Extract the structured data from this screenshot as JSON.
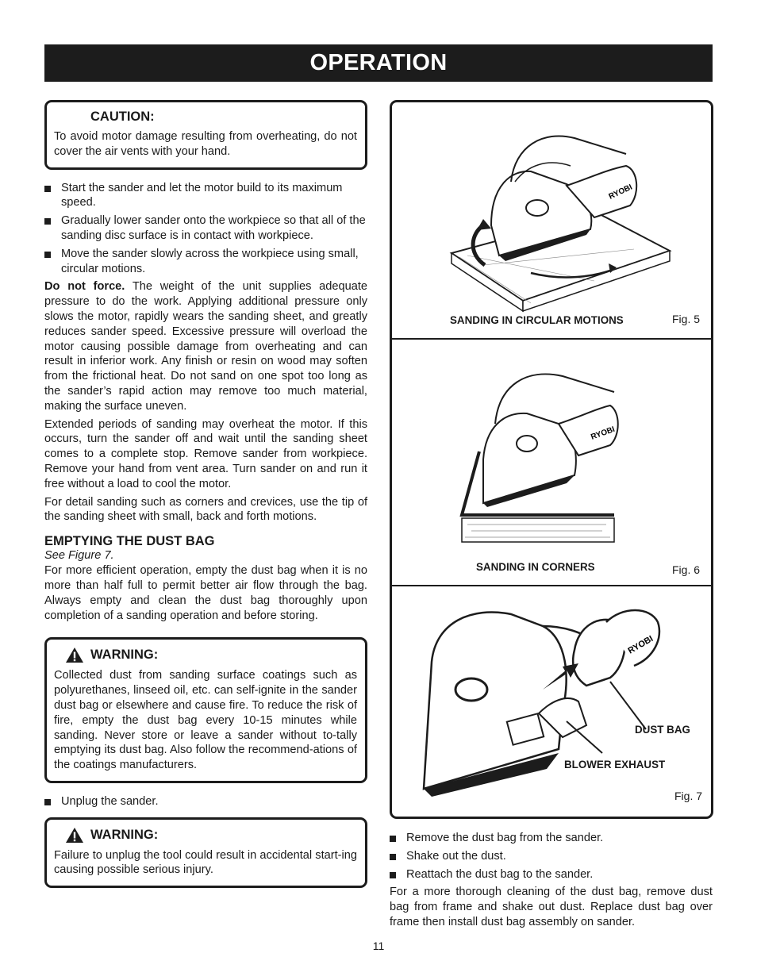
{
  "header": {
    "title": "OPERATION"
  },
  "caution": {
    "title": "CAUTION:",
    "text": "To avoid motor damage resulting from overheating, do not cover the air vents with your hand."
  },
  "steps": [
    "Start the sander and let the motor build to its maximum speed.",
    "Gradually lower sander onto the workpiece so that all of the sanding disc surface is in contact with workpiece.",
    "Move the sander slowly across the workpiece using small, circular motions."
  ],
  "do_not_force": {
    "lead": "Do not force.",
    "text": " The weight of the unit supplies adequate pressure to do the work. Applying additional pressure only slows the motor, rapidly wears the sanding sheet, and greatly reduces sander speed. Excessive pressure will overload the motor causing possible damage from overheating and can result in inferior work. Any finish or resin on wood may soften from the frictional heat. Do not sand on one spot too long as the sander’s rapid action may remove too much material, making the surface uneven."
  },
  "paragraphs": [
    "Extended periods of sanding may overheat the motor. If this occurs, turn the sander off and wait until the sanding sheet comes to a complete stop. Remove sander from workpiece. Remove your hand from vent area. Turn sander on and run it free without a load to cool the motor.",
    "For detail sanding such as corners and crevices, use the tip of the sanding sheet with small, back and forth motions."
  ],
  "dust_bag": {
    "heading": "EMPTYING THE DUST BAG",
    "see": "See Figure 7.",
    "text": "For more efficient operation, empty the dust bag when it is no more than half full to permit better air flow through the bag. Always empty and clean the dust bag thoroughly upon completion of a sanding operation and before storing."
  },
  "warning1": {
    "title": "WARNING:",
    "text": "Collected dust from sanding surface coatings such as polyurethanes, linseed oil, etc. can self-ignite in the sander dust bag or elsewhere and cause fire. To reduce the risk of fire, empty the dust bag every 10-15 minutes while sanding. Never store or leave a sander without to-tally emptying its dust bag. Also follow the recommend-ations of the coatings manufacturers."
  },
  "unplug": "Unplug the sander.",
  "warning2": {
    "title": "WARNING:",
    "text": "Failure to unplug the tool could result in accidental start-ing causing possible serious injury."
  },
  "figures": {
    "fig5": {
      "caption": "SANDING IN CIRCULAR MOTIONS",
      "label": "Fig. 5"
    },
    "fig6": {
      "caption": "SANDING IN CORNERS",
      "label": "Fig. 6"
    },
    "fig7": {
      "label": "Fig. 7",
      "callout_bag": "DUST BAG",
      "callout_exhaust": "BLOWER EXHAUST",
      "brand_mark": "RYOBI"
    }
  },
  "right_steps": [
    "Remove the dust bag from the sander.",
    "Shake out the dust.",
    "Reattach the dust bag to the sander."
  ],
  "right_para": "For a more thorough cleaning of the dust bag, remove dust bag from frame and shake out dust. Replace dust bag over frame then install dust bag assembly on sander.",
  "page_number": "11",
  "icons": {
    "warning": "warning-triangle-icon",
    "bullet": "square-bullet-icon"
  }
}
